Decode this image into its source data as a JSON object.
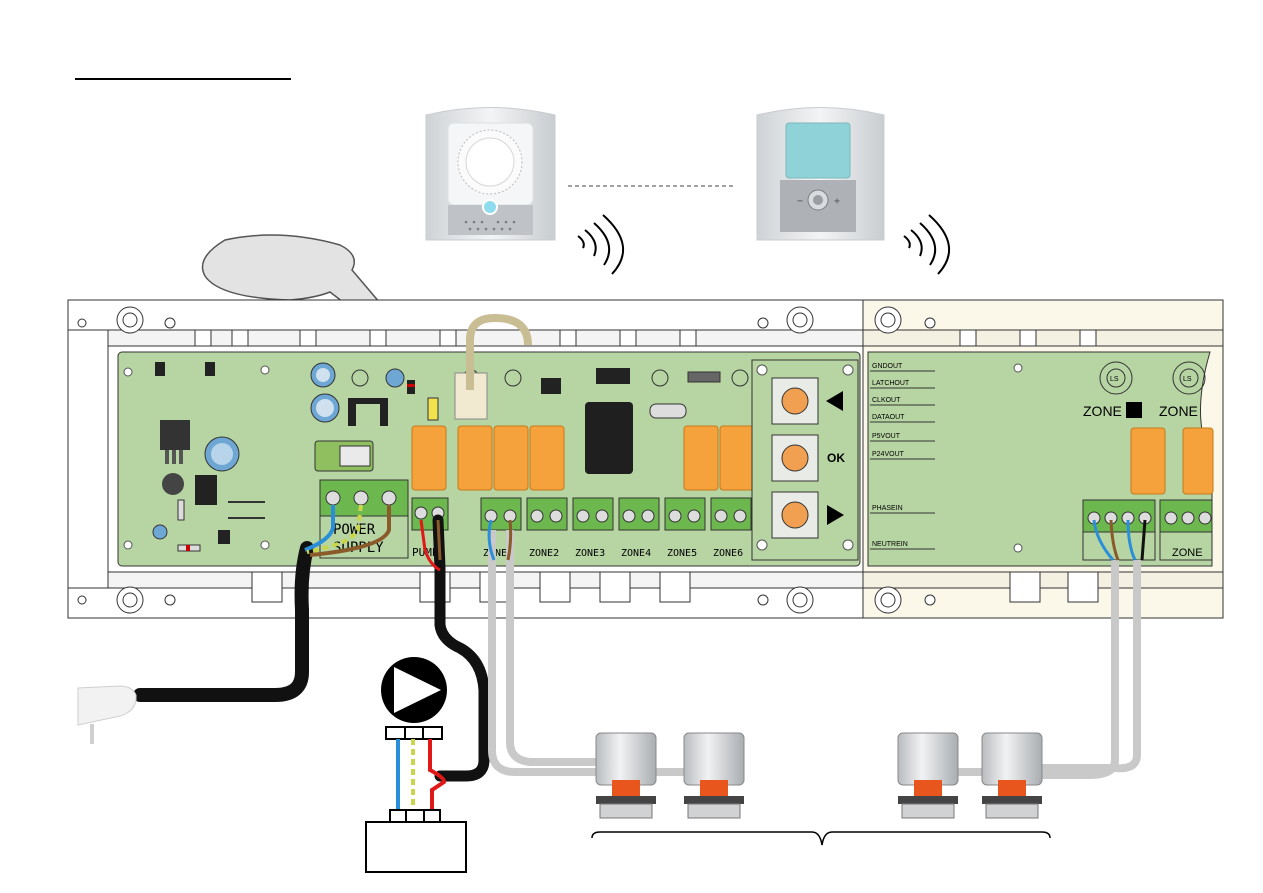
{
  "board": {
    "power_supply_label_1": "POWER",
    "power_supply_label_2": "SUPPLY",
    "pump_label": "PUMP",
    "zones": [
      "ZONE1",
      "ZONE2",
      "ZONE3",
      "ZONE4",
      "ZONE5",
      "ZONE6"
    ],
    "ok_label": "OK"
  },
  "extension": {
    "pins": [
      "GNDOUT",
      "LATCHOUT",
      "CLKOUT",
      "DATAOUT",
      "P5VOUT",
      "P24VOUT",
      "PHASEIN",
      "NEUTREIN"
    ],
    "ls_badge": "LS",
    "zone_label": "ZONE"
  },
  "colors": {
    "board_green": "#b7d4a3",
    "relay_orange": "#f6a23c",
    "terminal_green": "#6cb84f",
    "wire_blue": "#2a8fd8",
    "wire_yellow_green": "#c9d64a",
    "wire_brown": "#8a5a2b",
    "wire_red": "#e01818",
    "cable_black": "#111111",
    "actuator_orange": "#e8561e"
  },
  "icons": [
    "thermostat-dial-icon",
    "thermostat-digital-icon",
    "wireless-signal-icon",
    "pump-icon",
    "plug-icon",
    "actuator-icon"
  ]
}
